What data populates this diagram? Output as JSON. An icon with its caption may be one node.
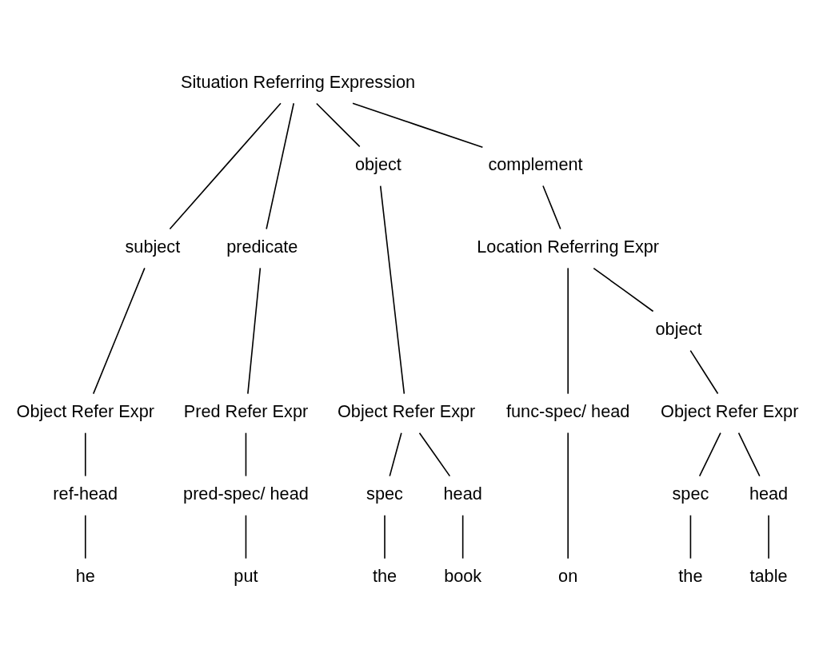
{
  "diagram": {
    "nodes": [
      {
        "text": [
          "Situation Referring Expression"
        ]
      },
      {
        "text": [
          "subject"
        ]
      },
      {
        "text": [
          "predicate"
        ]
      },
      {
        "text": [
          "object"
        ]
      },
      {
        "text": [
          "complement"
        ]
      },
      {
        "text": [
          "Location Referring Expr"
        ]
      },
      {
        "text": [
          "func-spec/ head"
        ]
      },
      {
        "text": [
          "object"
        ]
      },
      {
        "text": [
          "Object Refer Expr"
        ]
      },
      {
        "text": [
          "Pred Refer Expr"
        ]
      },
      {
        "text": [
          "Object Refer Expr"
        ]
      },
      {
        "text": [
          "Object Refer Expr"
        ]
      },
      {
        "text": [
          "ref-head"
        ]
      },
      {
        "text": [
          "pred-spec/ head"
        ]
      },
      {
        "text": [
          "spec"
        ]
      },
      {
        "text": [
          "head"
        ]
      },
      {
        "text": [
          "spec"
        ]
      },
      {
        "text": [
          "head"
        ]
      },
      {
        "text": [
          "he"
        ]
      },
      {
        "text": [
          "put"
        ]
      },
      {
        "text": [
          "the"
        ]
      },
      {
        "text": [
          "book"
        ]
      },
      {
        "text": [
          "on"
        ]
      },
      {
        "text": [
          "the"
        ]
      },
      {
        "text": [
          "table"
        ]
      }
    ],
    "edges": [
      {
        "from": 0,
        "to": 1,
        "arrow": "none"
      },
      {
        "from": 0,
        "to": 2,
        "arrow": "none"
      },
      {
        "from": 0,
        "to": 3,
        "arrow": "none"
      },
      {
        "from": 0,
        "to": 4,
        "arrow": "none"
      },
      {
        "from": 4,
        "to": 5,
        "arrow": "none"
      },
      {
        "from": 5,
        "to": 6,
        "arrow": "none"
      },
      {
        "from": 5,
        "to": 7,
        "arrow": "none"
      },
      {
        "from": 1,
        "to": 8,
        "arrow": "none"
      },
      {
        "from": 2,
        "to": 9,
        "arrow": "none"
      },
      {
        "from": 3,
        "to": 10,
        "arrow": "none"
      },
      {
        "from": 7,
        "to": 11,
        "arrow": "none"
      },
      {
        "from": 8,
        "to": 12,
        "arrow": "none"
      },
      {
        "from": 9,
        "to": 13,
        "arrow": "none"
      },
      {
        "from": 10,
        "to": 14,
        "arrow": "none"
      },
      {
        "from": 10,
        "to": 15,
        "arrow": "none"
      },
      {
        "from": 11,
        "to": 16,
        "arrow": "none"
      },
      {
        "from": 11,
        "to": 17,
        "arrow": "none"
      },
      {
        "from": 12,
        "to": 18,
        "arrow": "none"
      },
      {
        "from": 13,
        "to": 19,
        "arrow": "none"
      },
      {
        "from": 14,
        "to": 20,
        "arrow": "none"
      },
      {
        "from": 15,
        "to": 21,
        "arrow": "none"
      },
      {
        "from": 6,
        "to": 22,
        "arrow": "none"
      },
      {
        "from": 16,
        "to": 23,
        "arrow": "none"
      },
      {
        "from": 17,
        "to": 24,
        "arrow": "none"
      }
    ]
  }
}
